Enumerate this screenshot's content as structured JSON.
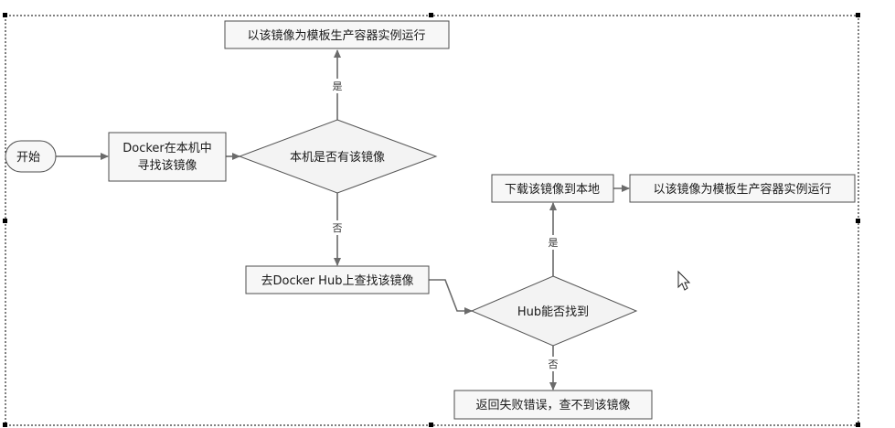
{
  "nodes": {
    "start": "开始",
    "search_local": [
      "Docker在本机中",
      "寻找该镜像"
    ],
    "local_exists": "本机是否有该镜像",
    "run_top": "以该镜像为模板生产容器实例运行",
    "search_hub": "去Docker Hub上查找该镜像",
    "hub_found": "Hub能否找到",
    "download": "下载该镜像到本地",
    "run_right": "以该镜像为模板生产容器实例运行",
    "fail": "返回失败错误，查不到该镜像"
  },
  "edge_labels": {
    "yes": "是",
    "no": "否"
  },
  "colors": {
    "node_fill": "#f7f7f7",
    "node_stroke": "#4d4d4d",
    "edge": "#6b6b6b"
  },
  "icons": [
    "mouse-cursor-icon"
  ]
}
